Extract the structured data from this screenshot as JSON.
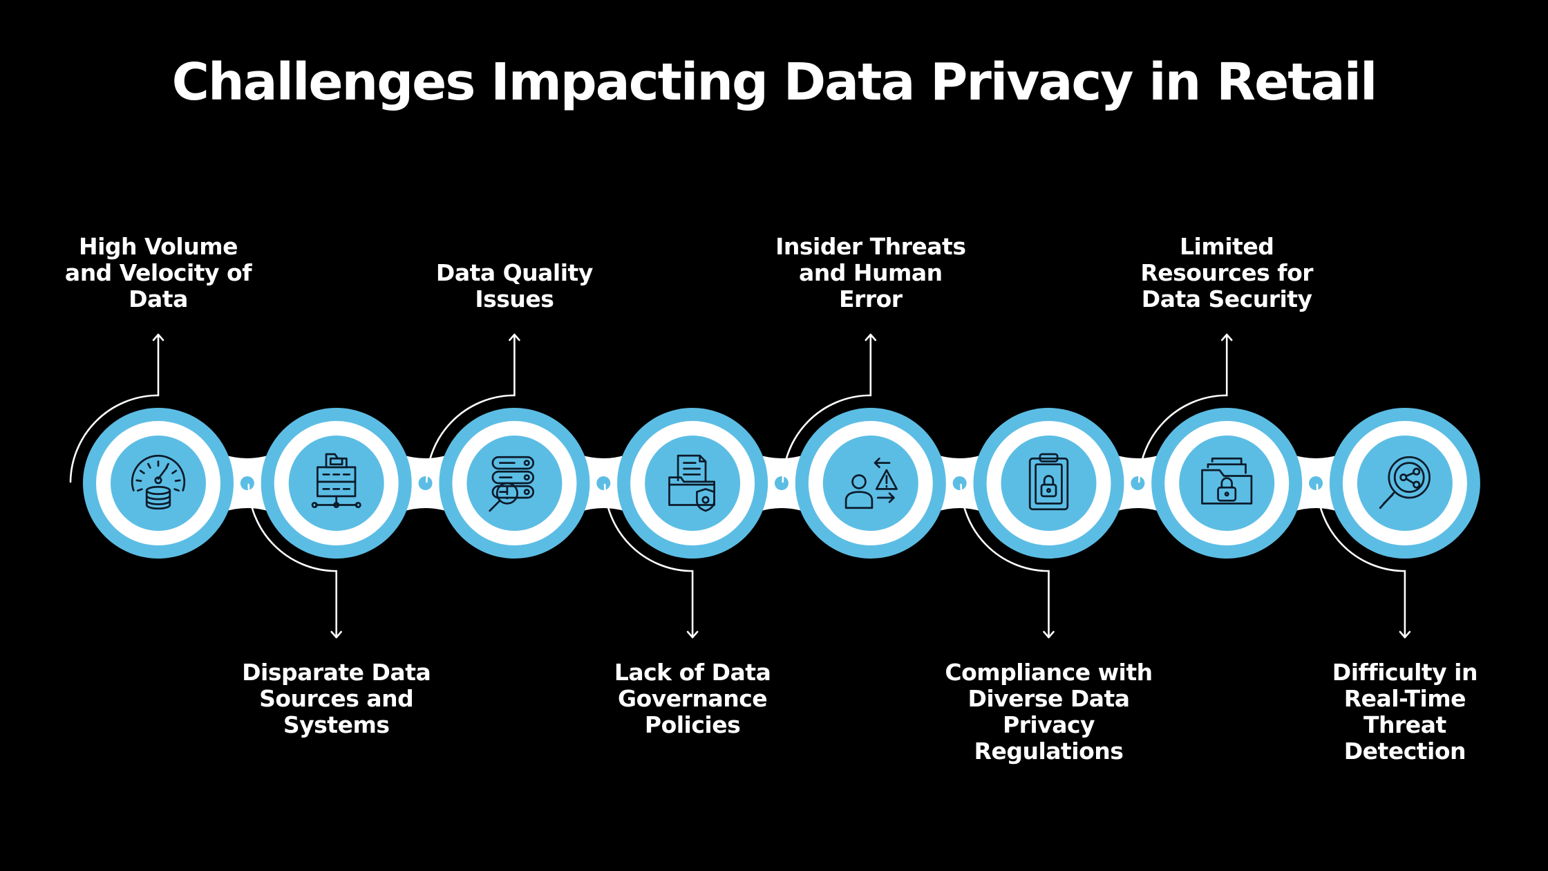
{
  "title": "Challenges Impacting Data Privacy in Retail",
  "colors": {
    "background": "#000000",
    "ring": "#5cbde4",
    "icon_fill": "#5cbde4",
    "connector": "#ffffff",
    "text": "#ffffff",
    "icon_stroke": "#0b1b2a"
  },
  "challenges": [
    {
      "label": "High Volume\nand Velocity of\nData",
      "icon": "speedometer-database-icon",
      "position": "top"
    },
    {
      "label": "Disparate Data\nSources and\nSystems",
      "icon": "server-folder-network-icon",
      "position": "bottom"
    },
    {
      "label": "Data Quality\nIssues",
      "icon": "database-search-alert-icon",
      "position": "top"
    },
    {
      "label": "Lack of Data\nGovernance\nPolicies",
      "icon": "document-folder-shield-icon",
      "position": "bottom"
    },
    {
      "label": "Insider Threats\nand Human\nError",
      "icon": "person-warning-arrows-icon",
      "position": "top"
    },
    {
      "label": "Compliance with\nDiverse Data Privacy\nRegulations",
      "icon": "clipboard-lock-icon",
      "position": "bottom"
    },
    {
      "label": "Limited\nResources for\nData Security",
      "icon": "folder-lock-icon",
      "position": "top"
    },
    {
      "label": "Difficulty in\nReal-Time\nThreat\nDetection",
      "icon": "magnifier-network-icon",
      "position": "bottom"
    }
  ]
}
